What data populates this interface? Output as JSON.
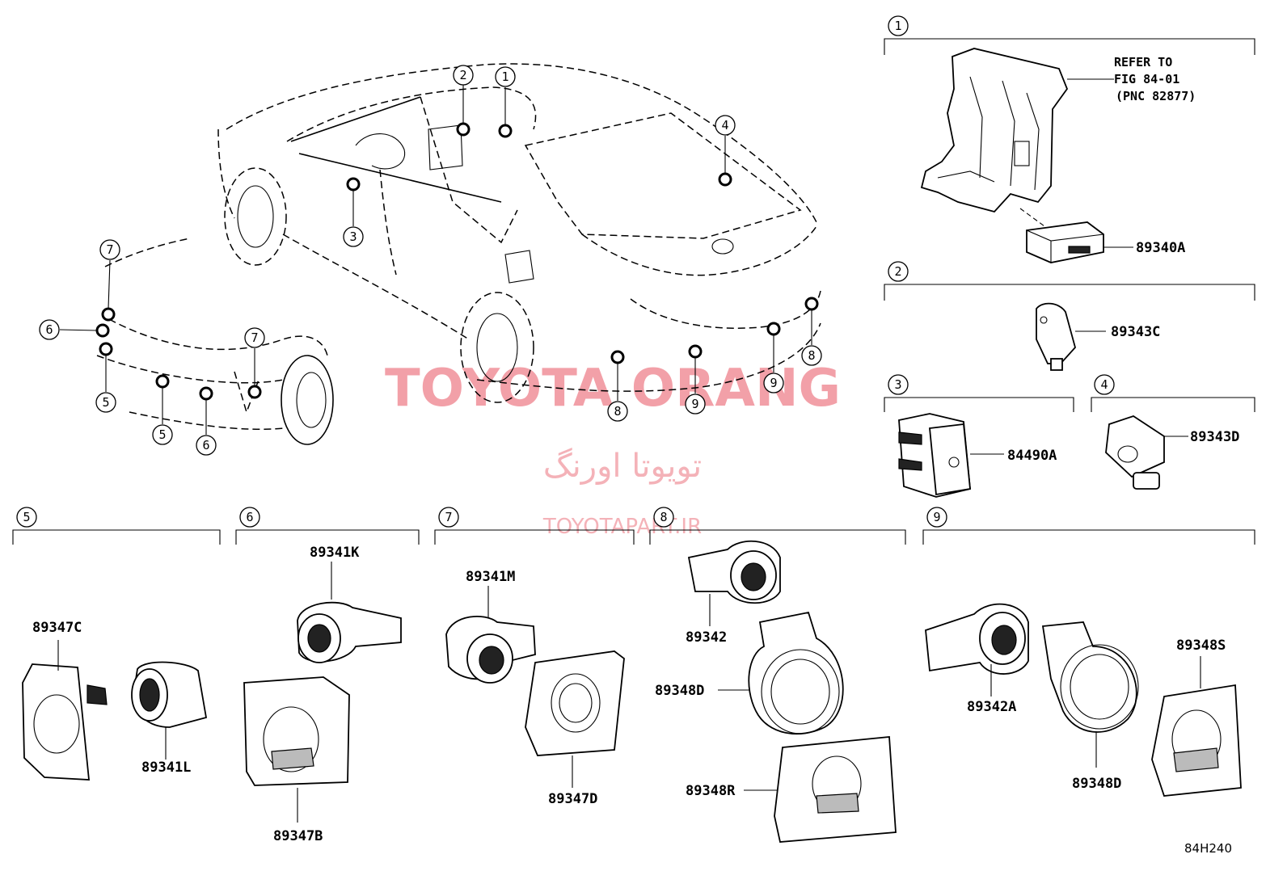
{
  "diagram": {
    "figure_code": "84H240",
    "watermark": {
      "latin": "TOYOTA ORANG",
      "persian": "تویوتا اورنگ",
      "site": "TOYOTAPART.IR"
    },
    "refer_note": [
      "REFER TO",
      "FIG 84-01",
      "(PNC 82877)"
    ],
    "callouts": [
      {
        "id": "c1",
        "label": "1"
      },
      {
        "id": "c2",
        "label": "2"
      },
      {
        "id": "c3",
        "label": "3"
      },
      {
        "id": "c4",
        "label": "4"
      },
      {
        "id": "c5a",
        "label": "5"
      },
      {
        "id": "c5b",
        "label": "5"
      },
      {
        "id": "c6a",
        "label": "6"
      },
      {
        "id": "c6b",
        "label": "6"
      },
      {
        "id": "c7a",
        "label": "7"
      },
      {
        "id": "c7b",
        "label": "7"
      },
      {
        "id": "c8a",
        "label": "8"
      },
      {
        "id": "c8b",
        "label": "8"
      },
      {
        "id": "c9",
        "label": "9"
      }
    ],
    "sections": [
      {
        "id": "s1",
        "label": "1"
      },
      {
        "id": "s2",
        "label": "2"
      },
      {
        "id": "s3",
        "label": "3"
      },
      {
        "id": "s4",
        "label": "4"
      },
      {
        "id": "s5",
        "label": "5"
      },
      {
        "id": "s6",
        "label": "6"
      },
      {
        "id": "s7",
        "label": "7"
      },
      {
        "id": "s8",
        "label": "8"
      },
      {
        "id": "s9",
        "label": "9"
      }
    ],
    "parts": {
      "p89340A": "89340A",
      "p89343C": "89343C",
      "p84490A": "84490A",
      "p89343D": "89343D",
      "p89347C": "89347C",
      "p89341L": "89341L",
      "p89341K": "89341K",
      "p89347B": "89347B",
      "p89341M": "89341M",
      "p89347D": "89347D",
      "p89342": "89342",
      "p89348D_a": "89348D",
      "p89348R": "89348R",
      "p89342A": "89342A",
      "p89348D_b": "89348D",
      "p89348S": "89348S"
    }
  }
}
